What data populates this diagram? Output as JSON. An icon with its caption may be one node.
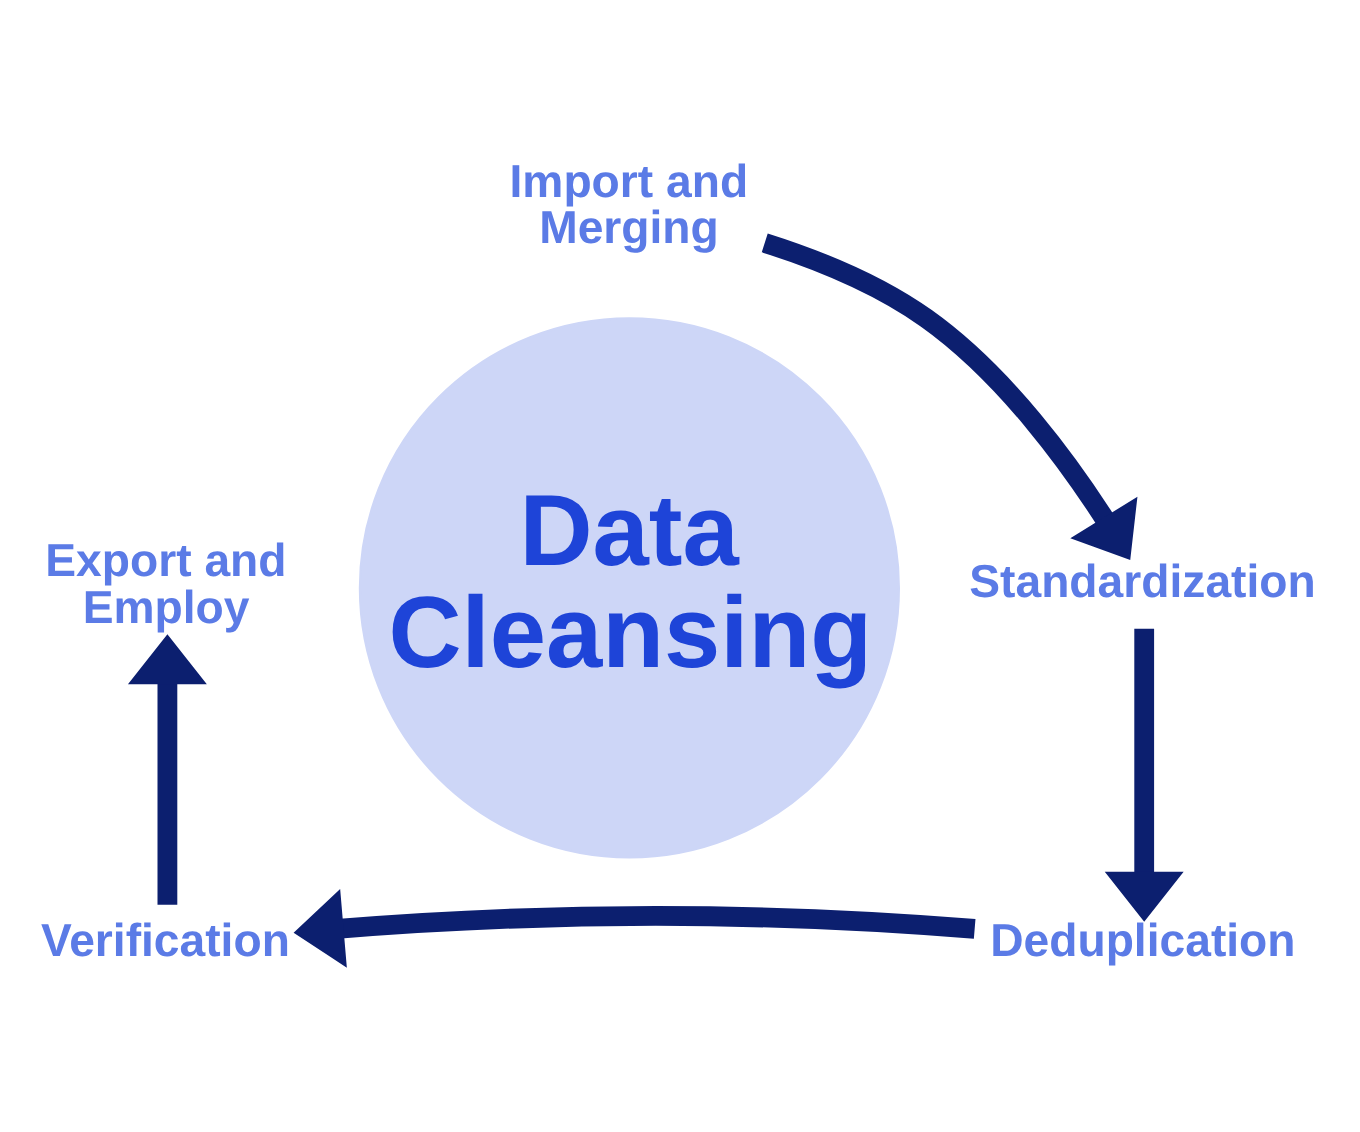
{
  "diagram": {
    "nodes": [
      {
        "text": [
          "Data Cleansing"
        ]
      },
      {
        "text": [
          "Import and Merging"
        ]
      },
      {
        "text": [
          "Standardization"
        ]
      },
      {
        "text": [
          "Deduplication"
        ]
      },
      {
        "text": [
          "Verification"
        ]
      },
      {
        "text": [
          "Export and Employ"
        ]
      }
    ],
    "edges": [
      {
        "from": 1,
        "to": 2,
        "arrow": "to"
      },
      {
        "from": 2,
        "to": 3,
        "arrow": "to"
      },
      {
        "from": 3,
        "to": 4,
        "arrow": "to"
      },
      {
        "from": 4,
        "to": 5,
        "arrow": "to"
      }
    ]
  }
}
